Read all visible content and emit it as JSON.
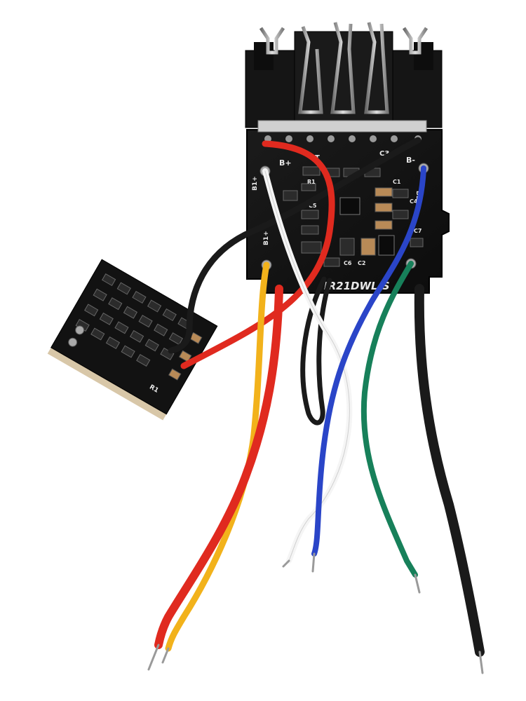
{
  "photo": {
    "subject": "",
    "main_board": {
      "model_marking": "IR21DWL-S",
      "pad_labels": [
        "B+",
        "B-",
        "B1+",
        "B1+",
        "B2+",
        "T",
        "C1",
        "C2",
        "C3",
        "C4",
        "C5",
        "C6",
        "C7",
        "R1"
      ]
    },
    "small_board": {
      "pad_labels": [
        "R1"
      ]
    },
    "wire_colors": {
      "red": "#e02a1f",
      "yellow": "#f2b21b",
      "white": "#f5f5f5",
      "blue": "#2a45c8",
      "green": "#17805a",
      "black": "#1a1a1a",
      "pcb": "#111111",
      "pcb_edge": "#d8c7a8"
    }
  }
}
